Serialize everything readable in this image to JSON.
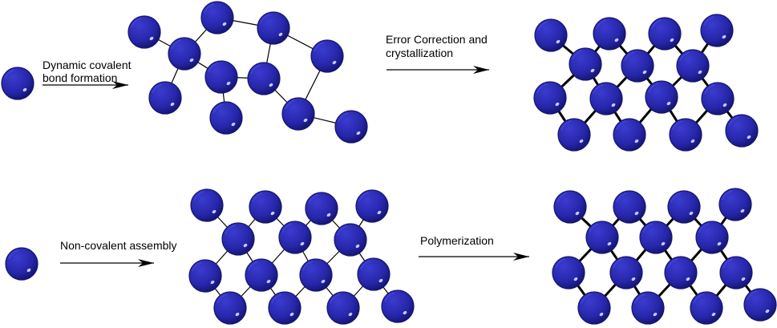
{
  "diagram": {
    "colors": {
      "sphere_fill": "#2727b0",
      "sphere_dark": "#15156b",
      "sphere_highlight": "#c8c8ff",
      "bond": "#000000",
      "arrow": "#000000"
    },
    "labels": {
      "dynamic_line1": "Dynamic covalent",
      "dynamic_line2": "bond formation",
      "error_line1": "Error Correction and",
      "error_line2": "crystallization",
      "noncovalent": "Non-covalent assembly",
      "polymerization": "Polymerization"
    },
    "stages": [
      "monomer",
      "amorphous-network",
      "covalent-crystal",
      "monomer",
      "noncovalent-lattice",
      "polymerized-lattice"
    ]
  }
}
